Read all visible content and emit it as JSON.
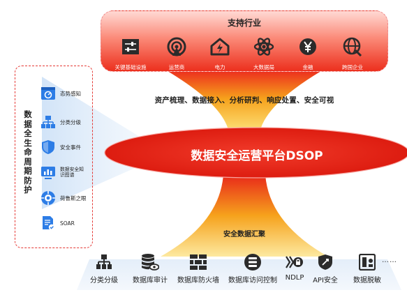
{
  "industries": {
    "title": "支持行业",
    "items": [
      {
        "label": "关键基础设施",
        "icon": "sliders-icon"
      },
      {
        "label": "运营商",
        "icon": "signal-tower-icon"
      },
      {
        "label": "电力",
        "icon": "power-house-icon"
      },
      {
        "label": "大数据局",
        "icon": "atom-icon"
      },
      {
        "label": "金融",
        "icon": "yen-coin-icon"
      },
      {
        "label": "跨国企业",
        "icon": "globe-icon"
      }
    ]
  },
  "capabilities": "资产梳理、数据接入、分析研判、响应处置、安全可视",
  "platform": {
    "title": "数据安全运营平台DSOP"
  },
  "aggregate": {
    "label": "安全数据汇聚"
  },
  "lifecycle": {
    "title": "数据全生命周期防护",
    "items": [
      {
        "label": "态势感知",
        "icon": "dashboard-icon"
      },
      {
        "label": "分类分级",
        "icon": "hierarchy-icon"
      },
      {
        "label": "安全事件",
        "icon": "shield-icon"
      },
      {
        "label": "数据安全知识图谱",
        "icon": "chart-monitor-icon"
      },
      {
        "label": "荷鲁斯之眼",
        "icon": "eye-target-icon"
      },
      {
        "label": "SOAR",
        "icon": "document-check-icon"
      }
    ]
  },
  "tools": {
    "items": [
      {
        "label": "分类分级",
        "icon": "hierarchy-icon"
      },
      {
        "label": "数据库审计",
        "icon": "database-eye-icon"
      },
      {
        "label": "数据库防火墙",
        "icon": "firewall-icon"
      },
      {
        "label": "数据库访问控制",
        "icon": "database-list-icon"
      },
      {
        "label": "NDLP",
        "icon": "ndlp-icon"
      },
      {
        "label": "API安全",
        "icon": "api-shield-icon"
      },
      {
        "label": "数据脱敏",
        "icon": "data-mask-icon"
      }
    ],
    "more": "……"
  },
  "colors": {
    "red": "#e8261a",
    "orange": "#f6a21c",
    "yellow": "#fde27a",
    "blue": "#2d7de6",
    "dark": "#2b2b2b"
  }
}
